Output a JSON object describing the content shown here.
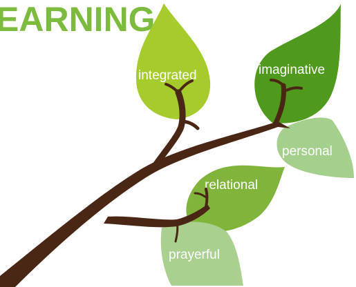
{
  "title": {
    "text": "EARNING",
    "color": "#7dbb3f"
  },
  "colors": {
    "branch": "#4a2615",
    "leaf_yellow_green": "#a6cb2c",
    "leaf_dark_green": "#4f9a1c",
    "leaf_light_green": "#a4cf8d",
    "leaf_mid_green": "#80b43a",
    "leaf_pale_green": "#a9d08f",
    "label": "#ffffff"
  },
  "leaves": [
    {
      "id": "integrated",
      "label": "integrated",
      "icon": "leaf-icon"
    },
    {
      "id": "imaginative",
      "label": "imaginative",
      "icon": "leaf-icon"
    },
    {
      "id": "personal",
      "label": "personal",
      "icon": "leaf-icon"
    },
    {
      "id": "relational",
      "label": "relational",
      "icon": "leaf-icon"
    },
    {
      "id": "prayerful",
      "label": "prayerful",
      "icon": "leaf-icon"
    }
  ]
}
